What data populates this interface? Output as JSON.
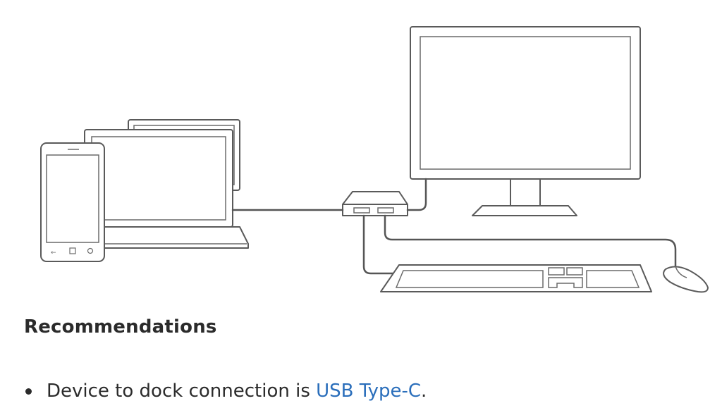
{
  "heading": "Recommendations",
  "recommendations": [
    {
      "text_before": "Device to dock connection is ",
      "link_text": "USB Type-C",
      "text_after": "."
    }
  ]
}
